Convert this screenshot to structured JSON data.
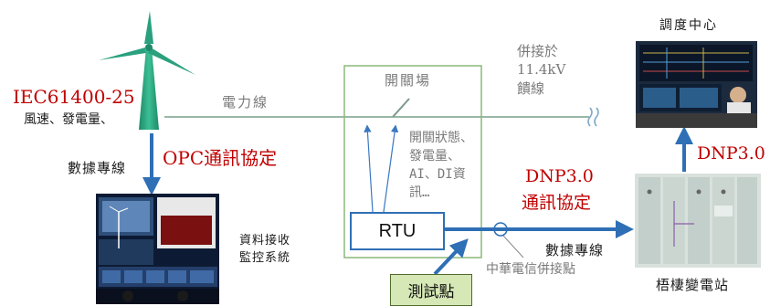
{
  "wind_turbine": {
    "standard": "IEC61400-25",
    "data_items": "風速、發電量、"
  },
  "power_line_label": "電力線",
  "grid_connection": {
    "line1": "併接於",
    "line2": "11.4kV",
    "line3": "饋線"
  },
  "switchyard": {
    "title": "開關場",
    "status_line1": "開關狀態、",
    "status_line2": "發電量、",
    "status_line3": "AI、DI資",
    "status_line4": "訊…"
  },
  "rtu_label": "RTU",
  "test_point_label": "測試點",
  "cht_connection_label": "中華電信併接點",
  "opc_protocol_label": "OPC通訊協定",
  "data_line_left": "數據專線",
  "data_line_right": "數據專線",
  "dnp_protocol_line1": "DNP3.0",
  "dnp_protocol_line2": "通訊協定",
  "dnp_upper_label": "DNP3.0",
  "monitoring_system": {
    "line1": "資料接收",
    "line2": "監控系統"
  },
  "dispatch_center_label": "調度中心",
  "substation_label": "梧棲變電站",
  "colors": {
    "protocol_text": "#c00000",
    "connection_arrow": "#2f6fb5",
    "power_line": "#9ab7a7",
    "switchyard_border": "#8bb87a",
    "test_point_fill": "#d6e8b5",
    "turbine": "#2aa07e"
  }
}
